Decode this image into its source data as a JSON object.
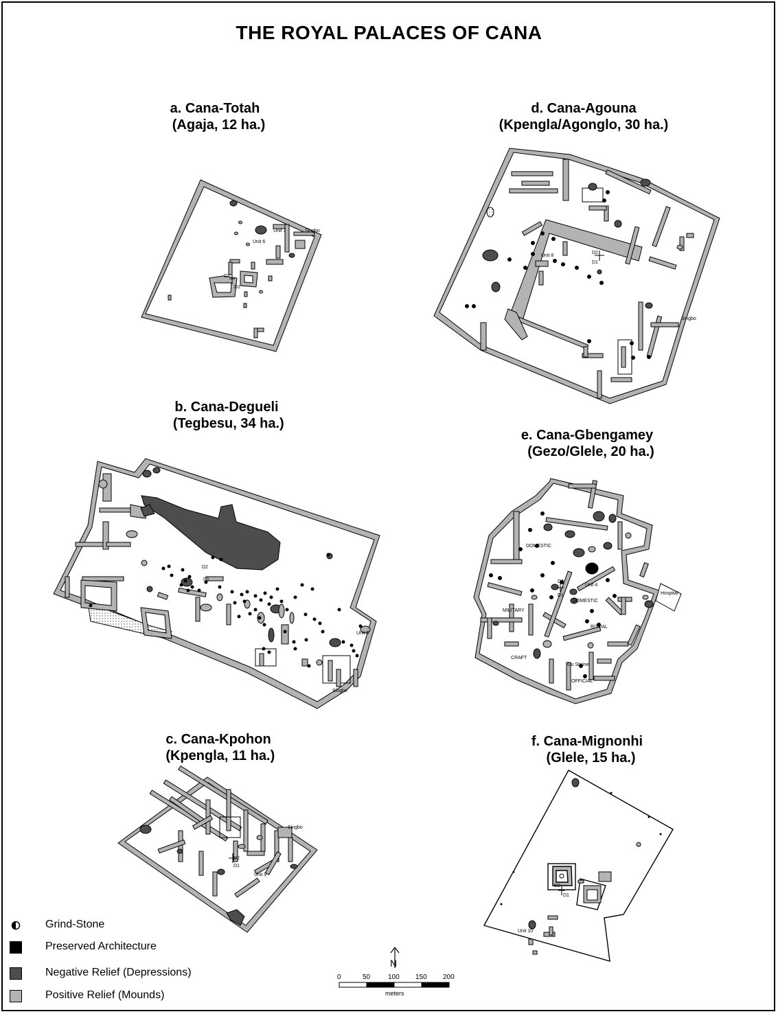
{
  "title": "THE ROYAL PALACES OF CANA",
  "panels": [
    {
      "id": "a",
      "title": "a. Cana-Totah",
      "subtitle": "(Agaja, 12 ha.)"
    },
    {
      "id": "d",
      "title": "d. Cana-Agouna",
      "subtitle": "(Kpengla/Agonglo, 30 ha.)"
    },
    {
      "id": "b",
      "title": "b. Cana-Degueli",
      "subtitle": "(Tegbesu, 34 ha.)"
    },
    {
      "id": "e",
      "title": "e. Cana-Gbengamey",
      "subtitle": "(Gezo/Glele, 20 ha.)"
    },
    {
      "id": "c",
      "title": "c. Cana-Kpohon",
      "subtitle": "(Kpengla, 11 ha.)"
    },
    {
      "id": "f",
      "title": "f. Cana-Mignonhi",
      "subtitle": "(Glele, 15 ha.)"
    }
  ],
  "map_labels": {
    "a": {
      "unit7": "Unit 7",
      "unit6": "Unit 6",
      "singbo": "Singbo",
      "d2": "D2",
      "d1": "D1"
    },
    "d": {
      "unit8": "Unit 8",
      "d2": "D2",
      "d1": "D1",
      "singbo": "Singbo"
    },
    "b": {
      "d2": "D2",
      "d1": "D1",
      "unit5": "Unit 5",
      "singbo": "Singbo"
    },
    "e": {
      "domestic1": "DOMESTIC",
      "d2": "D2",
      "d1": "D1",
      "unit4": "Unit 4",
      "domestic2": "DOMESTIC",
      "military": "MILITARY",
      "hospital": "Hospital",
      "ritual": "RITUAL",
      "craft": "CRAFT",
      "gu_shrine": "Gu Shrine",
      "official": "OFFICIAL"
    },
    "c": {
      "singbo": "Singbo",
      "d2": "D2",
      "d1": "D1",
      "unit9": "Unit 9"
    },
    "f": {
      "d2": "D2",
      "d1": "D1",
      "unit10": "Unit 10"
    }
  },
  "legend": [
    {
      "label": "Grind-Stone",
      "symbol": "grind-stone",
      "color": "#000000"
    },
    {
      "label": "Preserved Architecture",
      "symbol": "square",
      "color": "#000000"
    },
    {
      "label": "Negative Relief (Depressions)",
      "symbol": "square",
      "color": "#4d4d4d"
    },
    {
      "label": "Positive Relief (Mounds)",
      "symbol": "square",
      "color": "#b3b3b3"
    }
  ],
  "scale_bar": {
    "ticks": [
      "0",
      "50",
      "100",
      "150",
      "200"
    ],
    "unit": "meters",
    "north_label": "N"
  },
  "colors": {
    "wall_fill": "#b3b3b3",
    "depression": "#4d4d4d",
    "mound": "#b3b3b3",
    "preserved": "#000000"
  }
}
